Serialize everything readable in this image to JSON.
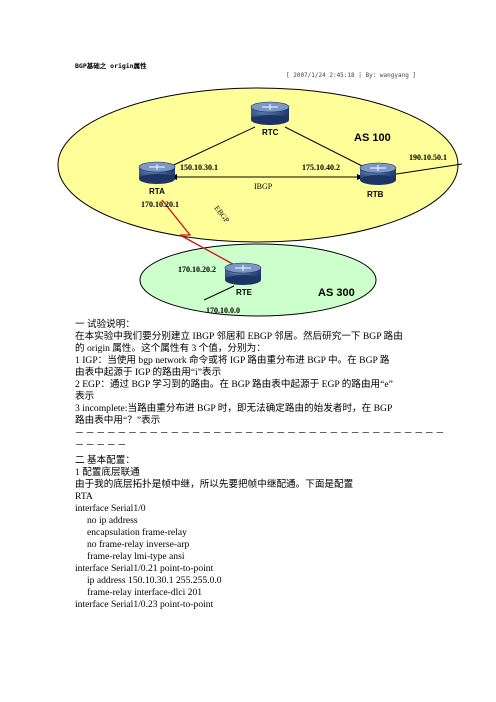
{
  "doc": {
    "title": "BGP基础之 origin属性",
    "meta": "[ 2007/1/24 2:45:18 | By: wangyang ]"
  },
  "diagram": {
    "as100": "AS 100",
    "as300": "AS 300",
    "routers": {
      "rtc": "RTC",
      "rta": "RTA",
      "rtb": "RTB",
      "rte": "RTE"
    },
    "ips": {
      "rta_top": "150.10.30.1",
      "rtb_top": "175.10.40.2",
      "rtb_right": "190.10.50.1",
      "rta_left": "170.10.20.1",
      "rte_top": "170.10.20.2",
      "rte_bottom": "170.10.0.0"
    },
    "ibgp": "IBGP",
    "ebgp": "EBGP"
  },
  "body": {
    "s1_heading": "一  试验说明：",
    "p1_l1": "在本实验中我们要分别建立 IBGP 邻居和 EBGP 邻居。然后研究一下 BGP 路由",
    "p1_l2": "的 origin 属性。这个属性有 3 个值，分别为：",
    "i1_l1": "1  IGP：当使用   bgp  network   命令或将 IGP 路由重分布进 BGP 中。在 BGP 路",
    "i1_l2": "由表中起源于 IGP 的路由用“i”表示",
    "i2_l1": "2  EGP：通过 BGP 学习到的路由。在 BGP 路由表中起源于 EGP 的路由用“e”",
    "i2_l2": "表示",
    "i3_l1": "3  incomplete:当路由重分布进 BGP 时，即无法确定路由的始发者时，在 BGP",
    "i3_l2": "路由表中用“？”表示",
    "dash1": "－－－－－－－－－－－－－－－－－－－－－－－－－－－－－－－－－－－",
    "dash2": "－－－－－",
    "s2_heading": "二  基本配置：",
    "s2_sub": "1  配置底层联通",
    "s2_desc": "由于我的底层拓扑是帧中继，所以先要把帧中继配通。下面是配置",
    "rta_label": "RTA"
  },
  "config": [
    "interface  Serial1/0",
    "no  ip  address",
    "encapsulation  frame-relay",
    "no  frame-relay  inverse-arp",
    "frame-relay  lmi-type  ansi",
    "interface  Serial1/0.21  point-to-point",
    "ip  address  150.10.30.1  255.255.0.0",
    "frame-relay  interface-dlci  201",
    "interface  Serial1/0.23  point-to-point"
  ]
}
